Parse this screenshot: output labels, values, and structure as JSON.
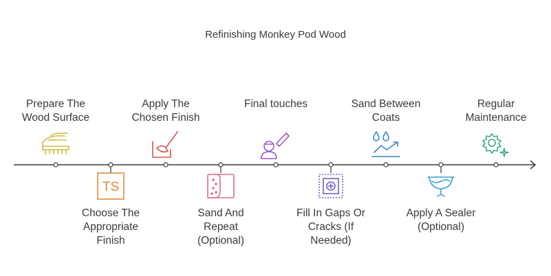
{
  "title": "Refinishing Monkey Pod Wood",
  "steps": [
    {
      "label": "Prepare The\nWood Surface",
      "icon": "hand-sanding-icon",
      "color": "#d4b83c"
    },
    {
      "label": "Choose The\nAppropriate\nFinish",
      "icon": "ts-text-icon",
      "color": "#e08a3a"
    },
    {
      "label": "Apply The\nChosen Finish",
      "icon": "brush-icon",
      "color": "#d9534f"
    },
    {
      "label": "Sand And\nRepeat\n(Optional)",
      "icon": "sandpaper-icon",
      "color": "#d96a94"
    },
    {
      "label": "Final touches",
      "icon": "person-pencil-icon",
      "color": "#9a56c4"
    },
    {
      "label": "Fill In Gaps Or\nCracks (If\nNeeded)",
      "icon": "fill-frame-icon",
      "color": "#6e62c8"
    },
    {
      "label": "Sand Between\nCoats",
      "icon": "drops-chart-icon",
      "color": "#3a86c8"
    },
    {
      "label": "Apply A Sealer\n(Optional)",
      "icon": "sealer-basin-icon",
      "color": "#3aa0c8"
    },
    {
      "label": "Regular\nMaintenance",
      "icon": "gear-sparkle-icon",
      "color": "#3aaa8a"
    }
  ]
}
